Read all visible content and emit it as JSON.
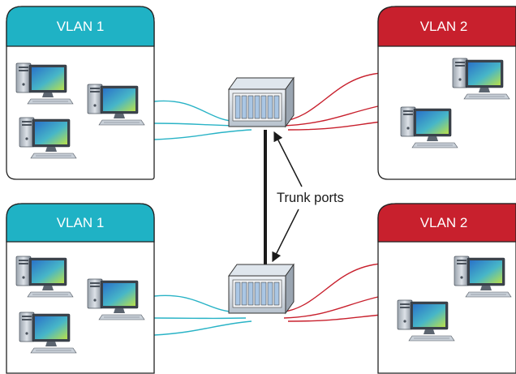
{
  "colors": {
    "vlan1": "#1fb2c5",
    "vlan2": "#c8202d",
    "cable_vlan1": "#29b3c6",
    "cable_vlan2": "#c8202d",
    "trunk": "#1a1a1a",
    "panel_border": "#222222"
  },
  "icons": {
    "workstation": "desktop-computer-icon",
    "switch": "network-switch-icon"
  },
  "panels": [
    {
      "id": "top-left",
      "vlan": "vlan1",
      "label": "VLAN 1"
    },
    {
      "id": "top-right",
      "vlan": "vlan2",
      "label": "VLAN 2"
    },
    {
      "id": "bottom-left",
      "vlan": "vlan1",
      "label": "VLAN 1"
    },
    {
      "id": "bottom-right",
      "vlan": "vlan2",
      "label": "VLAN 2"
    }
  ],
  "annotation": {
    "trunk_label": "Trunk ports"
  }
}
